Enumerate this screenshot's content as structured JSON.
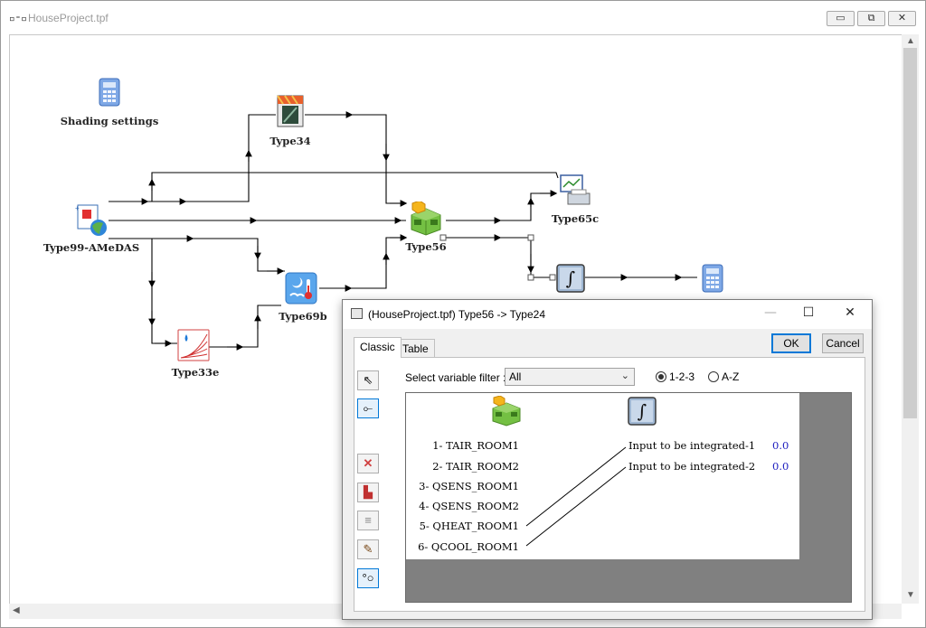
{
  "window": {
    "title": "HouseProject.tpf",
    "title_icon": "network-icon",
    "controls": {
      "minimize": "▭",
      "restore": "⧉",
      "close": "✕"
    }
  },
  "components": [
    {
      "id": "shading",
      "label": "Shading settings",
      "icon": "calculator-icon"
    },
    {
      "id": "type34",
      "label": "Type34",
      "icon": "window-shade-icon"
    },
    {
      "id": "type99",
      "label": "Type99-AMeDAS",
      "icon": "weather-reader-icon"
    },
    {
      "id": "type56",
      "label": "Type56",
      "icon": "building-icon"
    },
    {
      "id": "type65c",
      "label": "Type65c",
      "icon": "printer-plotter-icon"
    },
    {
      "id": "type69b",
      "label": "Type69b",
      "icon": "sky-temperature-icon"
    },
    {
      "id": "type33e",
      "label": "Type33e",
      "icon": "psychrometrics-icon"
    },
    {
      "id": "type24",
      "label": "",
      "icon": "integrator-icon"
    },
    {
      "id": "calc2",
      "label": "",
      "icon": "calculator-icon"
    }
  ],
  "dialog": {
    "title": "(HouseProject.tpf) Type56 -> Type24",
    "controls": {
      "minimize": "—",
      "maximize": "☐",
      "close": "✕"
    },
    "tabs": [
      "Classic",
      "Table"
    ],
    "active_tab": "Classic",
    "ok_label": "OK",
    "cancel_label": "Cancel",
    "filter_label": "Select variable filter :",
    "filter_value": "All",
    "sort_options": [
      "1-2-3",
      "A-Z"
    ],
    "sort_selected": "1-2-3",
    "tools": [
      "pointer-icon",
      "link-tool-icon",
      "delete-link-icon",
      "delete-all-icon",
      "align-icon",
      "paint-brush-icon",
      "connect-icon"
    ],
    "outputs": [
      "1- TAIR_ROOM1",
      "2- TAIR_ROOM2",
      "3- QSENS_ROOM1",
      "4- QSENS_ROOM2",
      "5- QHEAT_ROOM1",
      "6- QCOOL_ROOM1"
    ],
    "inputs": [
      {
        "label": "Input to be integrated-1",
        "value": "0.0"
      },
      {
        "label": "Input to be integrated-2",
        "value": "0.0"
      }
    ]
  },
  "colors": {
    "accent": "#0078d7",
    "value_text": "#2020c0",
    "linkarea_bg": "#808080"
  }
}
